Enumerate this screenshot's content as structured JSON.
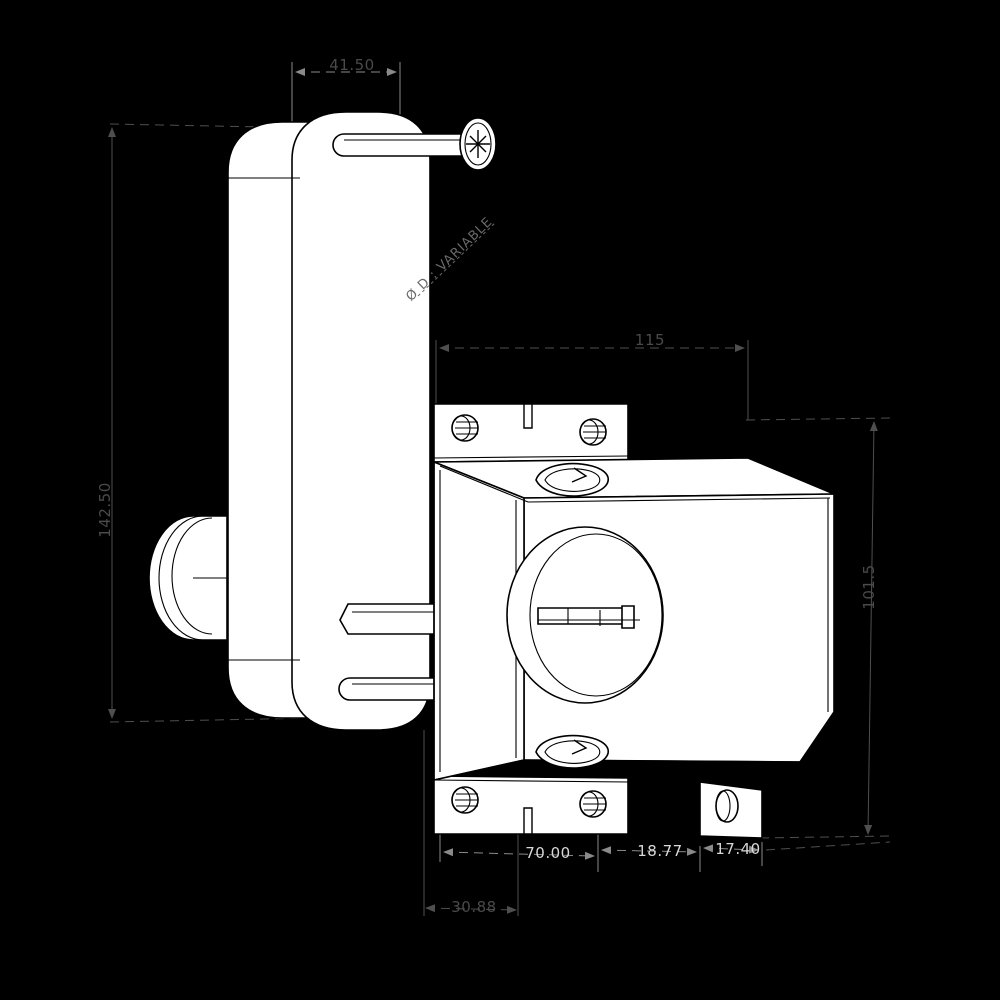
{
  "drawing": {
    "title": "Lock and electrical box assembly isometric dimensioned drawing",
    "background_color": "#000000",
    "line_color": "#ffffff",
    "part_fill": "#ffffff"
  },
  "dimensions": {
    "top_horizontal": {
      "label": "41.50",
      "name": "shaft-projection-dimension"
    },
    "left_vertical": {
      "label": "142.50",
      "name": "cover-height-dimension"
    },
    "right_vertical": {
      "label": "101.5",
      "name": "box-height-dimension"
    },
    "top_right_horizontal": {
      "label": "115",
      "name": "box-width-dimension"
    },
    "bottom_a": {
      "label": "70.00",
      "name": "box-body-width-dimension"
    },
    "bottom_b": {
      "label": "18.77",
      "name": "flange-offset-dimension"
    },
    "bottom_c": {
      "label": "17.40",
      "name": "tab-width-dimension"
    },
    "bottom_lower": {
      "label": "30.88",
      "name": "cover-to-box-dimension"
    }
  },
  "annotations": {
    "variable_note": {
      "label": "Ø D : VARIABLE",
      "name": "variable-diameter-note"
    }
  },
  "parts": {
    "cover": {
      "name": "rounded-cover-plate"
    },
    "screw": {
      "name": "phillips-screw"
    },
    "box": {
      "name": "electrical-box"
    },
    "knockout": {
      "name": "circular-knockout"
    },
    "oval_knockout_top": {
      "name": "oval-knockout-top"
    },
    "oval_knockout_bottom": {
      "name": "oval-knockout-bottom"
    },
    "flange_top": {
      "name": "mounting-flange-top"
    },
    "flange_bottom": {
      "name": "mounting-flange-bottom"
    }
  }
}
